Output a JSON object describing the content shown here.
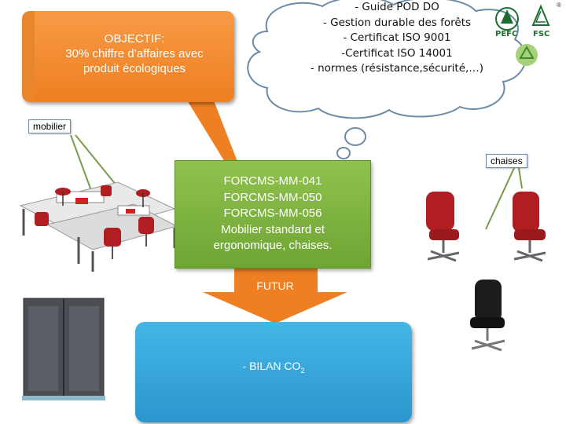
{
  "objective": {
    "line1": "OBJECTIF:",
    "line2": "30% chiffre d’affaires avec",
    "line3": "produit écologiques"
  },
  "cloud": {
    "lines": [
      "- Guide POD DO",
      "- Gestion durable des forêts",
      "- Certificat ISO 9001",
      "-Certificat ISO 14001",
      "- normes (résistance,sécurité,…)"
    ]
  },
  "labels": {
    "mobilier": "mobilier",
    "chaises": "chaises"
  },
  "green_box": {
    "lines": [
      "FORCMS-MM-041",
      "FORCMS-MM-050",
      "FORCMS-MM-056",
      "Mobilier  standard et",
      "ergonomique, chaises."
    ]
  },
  "arrow": {
    "label": "FUTUR"
  },
  "blue_box": {
    "text": "- BILAN CO",
    "subscript": "2"
  },
  "logos": {
    "pefc": "PEFC",
    "fsc": "FSC",
    "reg": "®"
  },
  "colors": {
    "orange": "#ee7f22",
    "green": "#7bb13e",
    "blue": "#2a96cf",
    "chair_red": "#b01e22"
  }
}
